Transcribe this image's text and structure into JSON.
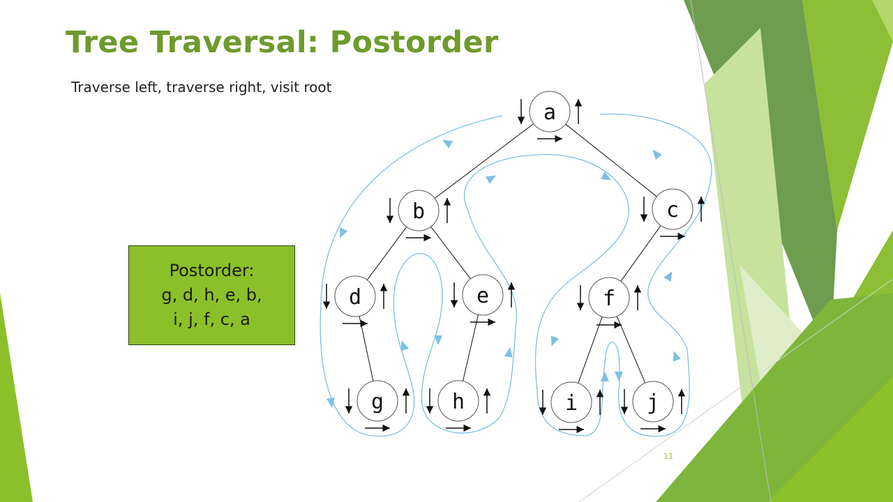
{
  "slide": {
    "title": "Tree Traversal: Postorder",
    "subtitle": "Traverse left, traverse right, visit root",
    "slide_number": "11"
  },
  "result_box": {
    "lines": [
      "Postorder:",
      "g, d, h, e, b,",
      "i, j, f, c, a"
    ]
  },
  "tree": {
    "nodes": [
      {
        "id": "a",
        "label": "a"
      },
      {
        "id": "b",
        "label": "b"
      },
      {
        "id": "c",
        "label": "c"
      },
      {
        "id": "d",
        "label": "d"
      },
      {
        "id": "e",
        "label": "e"
      },
      {
        "id": "f",
        "label": "f"
      },
      {
        "id": "g",
        "label": "g"
      },
      {
        "id": "h",
        "label": "h"
      },
      {
        "id": "i",
        "label": "i"
      },
      {
        "id": "j",
        "label": "j"
      }
    ],
    "edges": [
      [
        "a",
        "b"
      ],
      [
        "a",
        "c"
      ],
      [
        "b",
        "d"
      ],
      [
        "b",
        "e"
      ],
      [
        "d",
        "g"
      ],
      [
        "e",
        "h"
      ],
      [
        "c",
        "f"
      ],
      [
        "f",
        "i"
      ],
      [
        "f",
        "j"
      ]
    ]
  },
  "colors": {
    "title": "#6f9a2c",
    "box_fill": "#8cc02a",
    "traversal_path": "#7ec0e0",
    "accent_green": "#8cc02a",
    "dark_green": "#5f8b2c"
  }
}
